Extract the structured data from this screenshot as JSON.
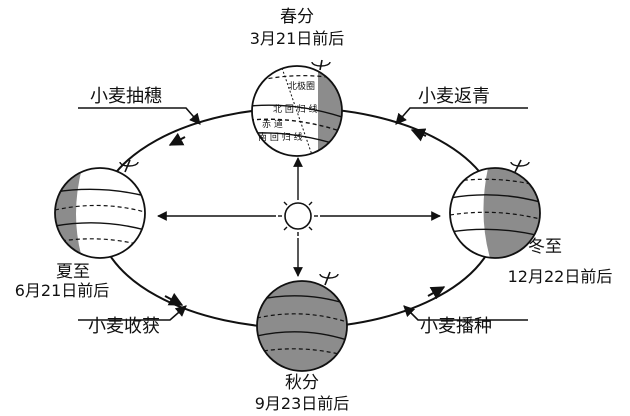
{
  "positions": {
    "spring": {
      "season": "春分",
      "date": "3月21日前后"
    },
    "summer": {
      "season": "夏至",
      "date": "6月21日前后"
    },
    "autumn": {
      "season": "秋分",
      "date": "9月23日前后"
    },
    "winter": {
      "season": "冬至",
      "date": "12月22日前后"
    }
  },
  "crops": {
    "top_left": "小麦抽穗",
    "top_right": "小麦返青",
    "bottom_left": "小麦收获",
    "bottom_right": "小麦播种"
  },
  "globe_labels": {
    "arctic_circle": "北极圈",
    "tropic_cancer": "北 回 归 线",
    "equator": "赤 道",
    "tropic_capricorn": "南 回 归 线"
  },
  "colors": {
    "ink": "#111111",
    "shade": "#8c8c8c",
    "background": "#ffffff"
  }
}
